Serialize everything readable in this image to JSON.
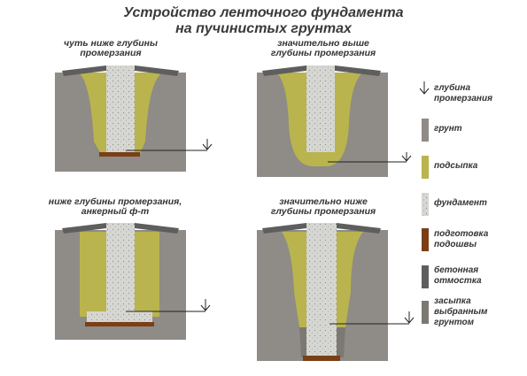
{
  "title": {
    "line1": "Устройство ленточного фундамента",
    "line2": "на пучинистых грунтах"
  },
  "panels": [
    {
      "label_line1": "чуть ниже глубины",
      "label_line2": "промерзания"
    },
    {
      "label_line1": "значительно выше",
      "label_line2": "глубины промерзания"
    },
    {
      "label_line1": "ниже глубины промерзания,",
      "label_line2": "анкерный ф-т"
    },
    {
      "label_line1": "значительно ниже",
      "label_line2": "глубины промерзания"
    }
  ],
  "legend": {
    "frost_depth": {
      "line1": "глубина",
      "line2": "промерзания"
    },
    "items": [
      {
        "line1": "грунт",
        "line2": "",
        "color": "#8f8b86"
      },
      {
        "line1": "подсыпка",
        "line2": "",
        "color": "#b9b44e"
      },
      {
        "line1": "фундамент",
        "line2": "",
        "color": "#d6d6d2"
      },
      {
        "line1": "подготовка",
        "line2": "подошвы",
        "color": "#7a3f16"
      },
      {
        "line1": "бетонная",
        "line2": "отмостка",
        "color": "#5e5e5e"
      },
      {
        "line1": "засыпка",
        "line2": "выбранным",
        "line3": "грунтом",
        "color": "#7c7872"
      }
    ]
  },
  "colors": {
    "soil": "#8f8b86",
    "fill": "#b9b44e",
    "foundation": "#d6d6d2",
    "prep": "#7a3f16",
    "blind_area": "#5e5e5e",
    "backfill": "#7c7872",
    "line": "#222222"
  }
}
